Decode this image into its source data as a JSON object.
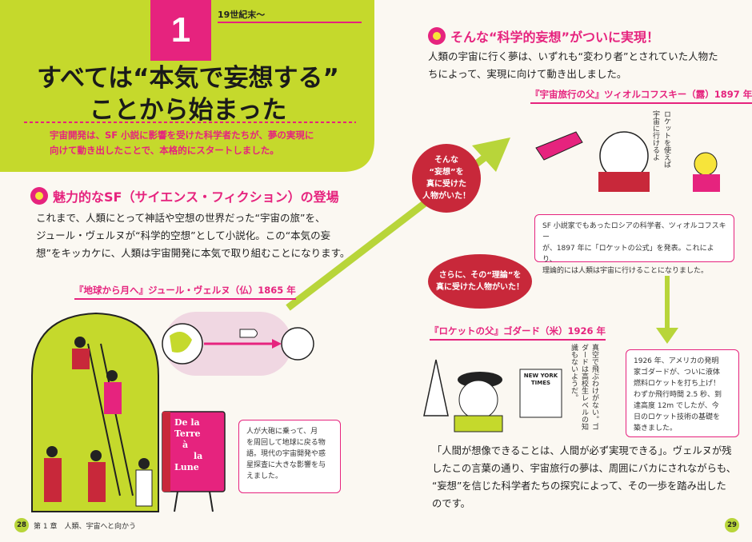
{
  "left": {
    "chapter_number": "1",
    "era": "19世紀末～",
    "title_line1": "すべては“本気で妄想する”",
    "title_line2": "ことから始まった",
    "lead_line1": "宇宙開発は、SF 小説に影響を受けた科学者たちが、夢の実現に",
    "lead_line2": "向けて動き出したことで、本格的にスタートしました。",
    "section_title": "魅力的なSF（サイエンス・フィクション）の登場",
    "body_line1": "これまで、人類にとって神話や空想の世界だった“宇宙の旅”を、",
    "body_line2": "ジュール・ヴェルヌが“科学的空想”として小説化。この“本気の妄",
    "body_line3": "想”をキッカケに、人類は宇宙開発に本気で取り組むことになります。",
    "verne_label": "『地球から月へ』ジュール・ヴェルヌ（仏）1865 年",
    "note_line1": "人が大砲に乗って、月",
    "note_line2": "を周回して地球に戻る物",
    "note_line3": "語。現代の宇宙開発や惑",
    "note_line4": "星探査に大きな影響を与",
    "note_line5": "えました。",
    "book_line1": "De la",
    "book_line2": "Terre",
    "book_line3": "à",
    "book_line4": "la",
    "book_line5": "Lune",
    "page_number": "28",
    "footer": "第 1 章　人類、宇宙へと向かう"
  },
  "right": {
    "section_title": "そんな“科学的妄想”がついに実現！",
    "body_line1": "人類の宇宙に行く夢は、いずれも“変わり者”とされていた人物た",
    "body_line2": "ちによって、実現に向けて動き出しました。",
    "tsiolkovsky_label": "『宇宙旅行の父』ツィオルコフスキー（露）1897 年",
    "tsiolkovsky_speech": "ロケットを使えば宇宙に行けるよ",
    "note1_line1": "SF 小説家でもあったロシアの科学者、ツィオルコフスキー",
    "note1_line2": "が、1897 年に「ロケットの公式」を発表。これにより、",
    "note1_line3": "理論的には人類は宇宙に行けることになりました。",
    "goddard_label": "『ロケットの父』ゴダード（米）1926 年",
    "goddard_speech": "真空で飛ぶわけがない。ゴダードは高校生レベルの知識もないようだ。",
    "newspaper_line1": "NEW YORK",
    "newspaper_line2": "TIMES",
    "note2_line1": "1926 年、アメリカの発明",
    "note2_line2": "家ゴダードが、ついに液体",
    "note2_line3": "燃料ロケットを打ち上げ！",
    "note2_line4": "わずか飛行時間 2.5 秒、到",
    "note2_line5": "達高度 12m でしたが、今",
    "note2_line6": "日のロケット技術の基礎を",
    "note2_line7": "築きました。",
    "closing_line1": "「人間が想像できることは、人間が必ず実現できる」。ヴェルヌが残",
    "closing_line2": "したこの言葉の通り、宇宙旅行の夢は、周囲にバカにされながらも、",
    "closing_line3": "“妄想”を信じた科学者たちの探究によって、その一歩を踏み出した",
    "closing_line4": "のです。",
    "page_number": "29"
  },
  "bubbles": {
    "bubble1_line1": "そんな",
    "bubble1_line2": "“妄想”を",
    "bubble1_line3": "真に受けた",
    "bubble1_line4": "人物がいた！",
    "bubble2_line1": "さらに、その“理論”を",
    "bubble2_line2": "真に受けた人物がいた！"
  },
  "colors": {
    "accent_pink": "#e6237e",
    "lime": "#c5d92c",
    "bubble_red": "#c8283a",
    "arrow_green": "#b8d53a"
  }
}
